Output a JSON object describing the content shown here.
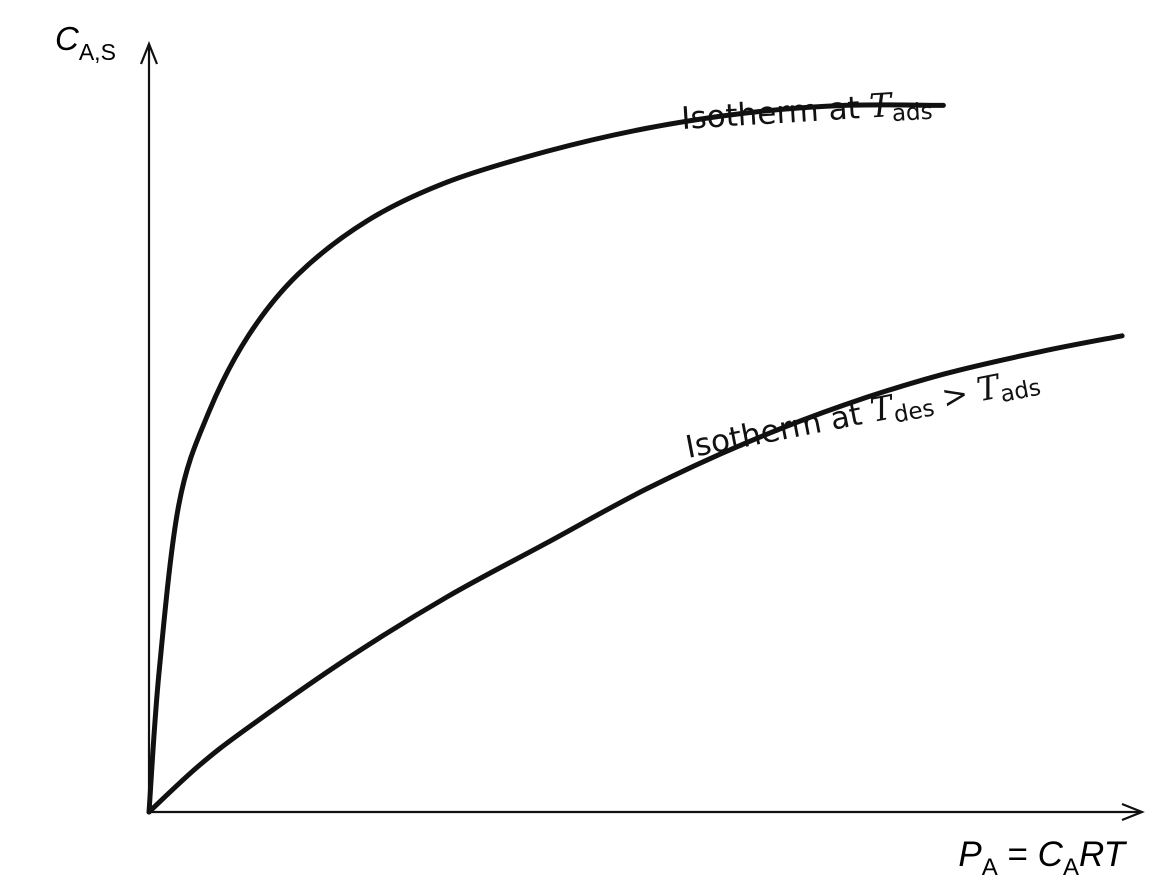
{
  "chart_data": {
    "type": "line",
    "title": "",
    "ylabel": {
      "main": "C",
      "sub": "A,S"
    },
    "xlabel": {
      "p": "P",
      "p_sub": "A",
      "eq": " = ",
      "c": "C",
      "c_sub": "A",
      "rest": "RT"
    },
    "xlim": [
      0,
      1
    ],
    "ylim": [
      0,
      1
    ],
    "grid": false,
    "legend": "none",
    "series": [
      {
        "name": "Isotherm at T ads",
        "label": {
          "prefix": "Isotherm at ",
          "t": "T",
          "t_sub": "ads"
        },
        "x": [
          0,
          0.01,
          0.03,
          0.06,
          0.1,
          0.15,
          0.22,
          0.3,
          0.4,
          0.5,
          0.6,
          0.7,
          0.8
        ],
        "y": [
          0,
          0.18,
          0.4,
          0.52,
          0.62,
          0.7,
          0.77,
          0.82,
          0.86,
          0.89,
          0.91,
          0.92,
          0.92
        ]
      },
      {
        "name": "Isotherm at T des > T ads",
        "label": {
          "prefix": "Isotherm at ",
          "t": "T",
          "t_sub": "des",
          "gt": " > ",
          "t2": "T",
          "t2_sub": "ads"
        },
        "x": [
          0,
          0.05,
          0.1,
          0.2,
          0.3,
          0.4,
          0.5,
          0.6,
          0.7,
          0.8,
          0.9,
          0.98
        ],
        "y": [
          0,
          0.06,
          0.11,
          0.2,
          0.28,
          0.35,
          0.42,
          0.48,
          0.53,
          0.57,
          0.6,
          0.62
        ]
      }
    ]
  }
}
